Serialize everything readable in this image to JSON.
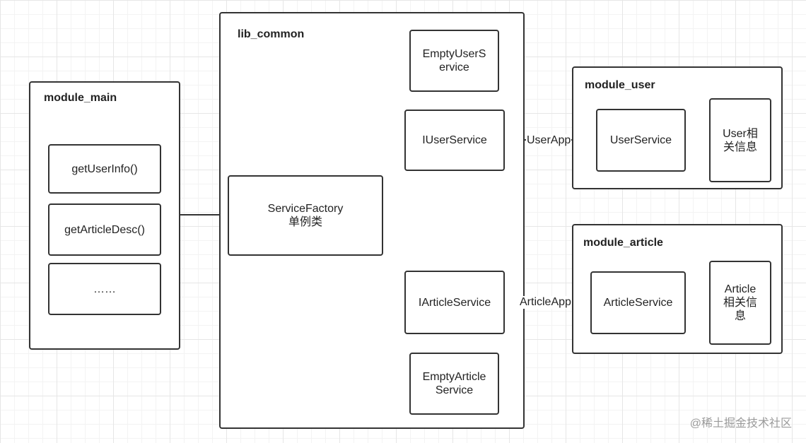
{
  "containers": {
    "module_main": "module_main",
    "lib_common": "lib_common",
    "module_user": "module_user",
    "module_article": "module_article"
  },
  "main_items": [
    "getUserInfo()",
    "getArticleDesc()",
    "……"
  ],
  "nodes": {
    "service_factory": "ServiceFactory\n单例类",
    "empty_user_service": "EmptyUserS\nervice",
    "i_user_service": "IUserService",
    "i_article_service": "IArticleService",
    "empty_article_service": "EmptyArticle\nService",
    "user_service": "UserService",
    "user_info": "User相\n关信息",
    "article_service": "ArticleService",
    "article_info": "Article\n相关信\n息"
  },
  "edges": {
    "user_app": "UserApp",
    "article_app": "ArticleApp"
  },
  "watermark": "@稀土掘金技术社区"
}
